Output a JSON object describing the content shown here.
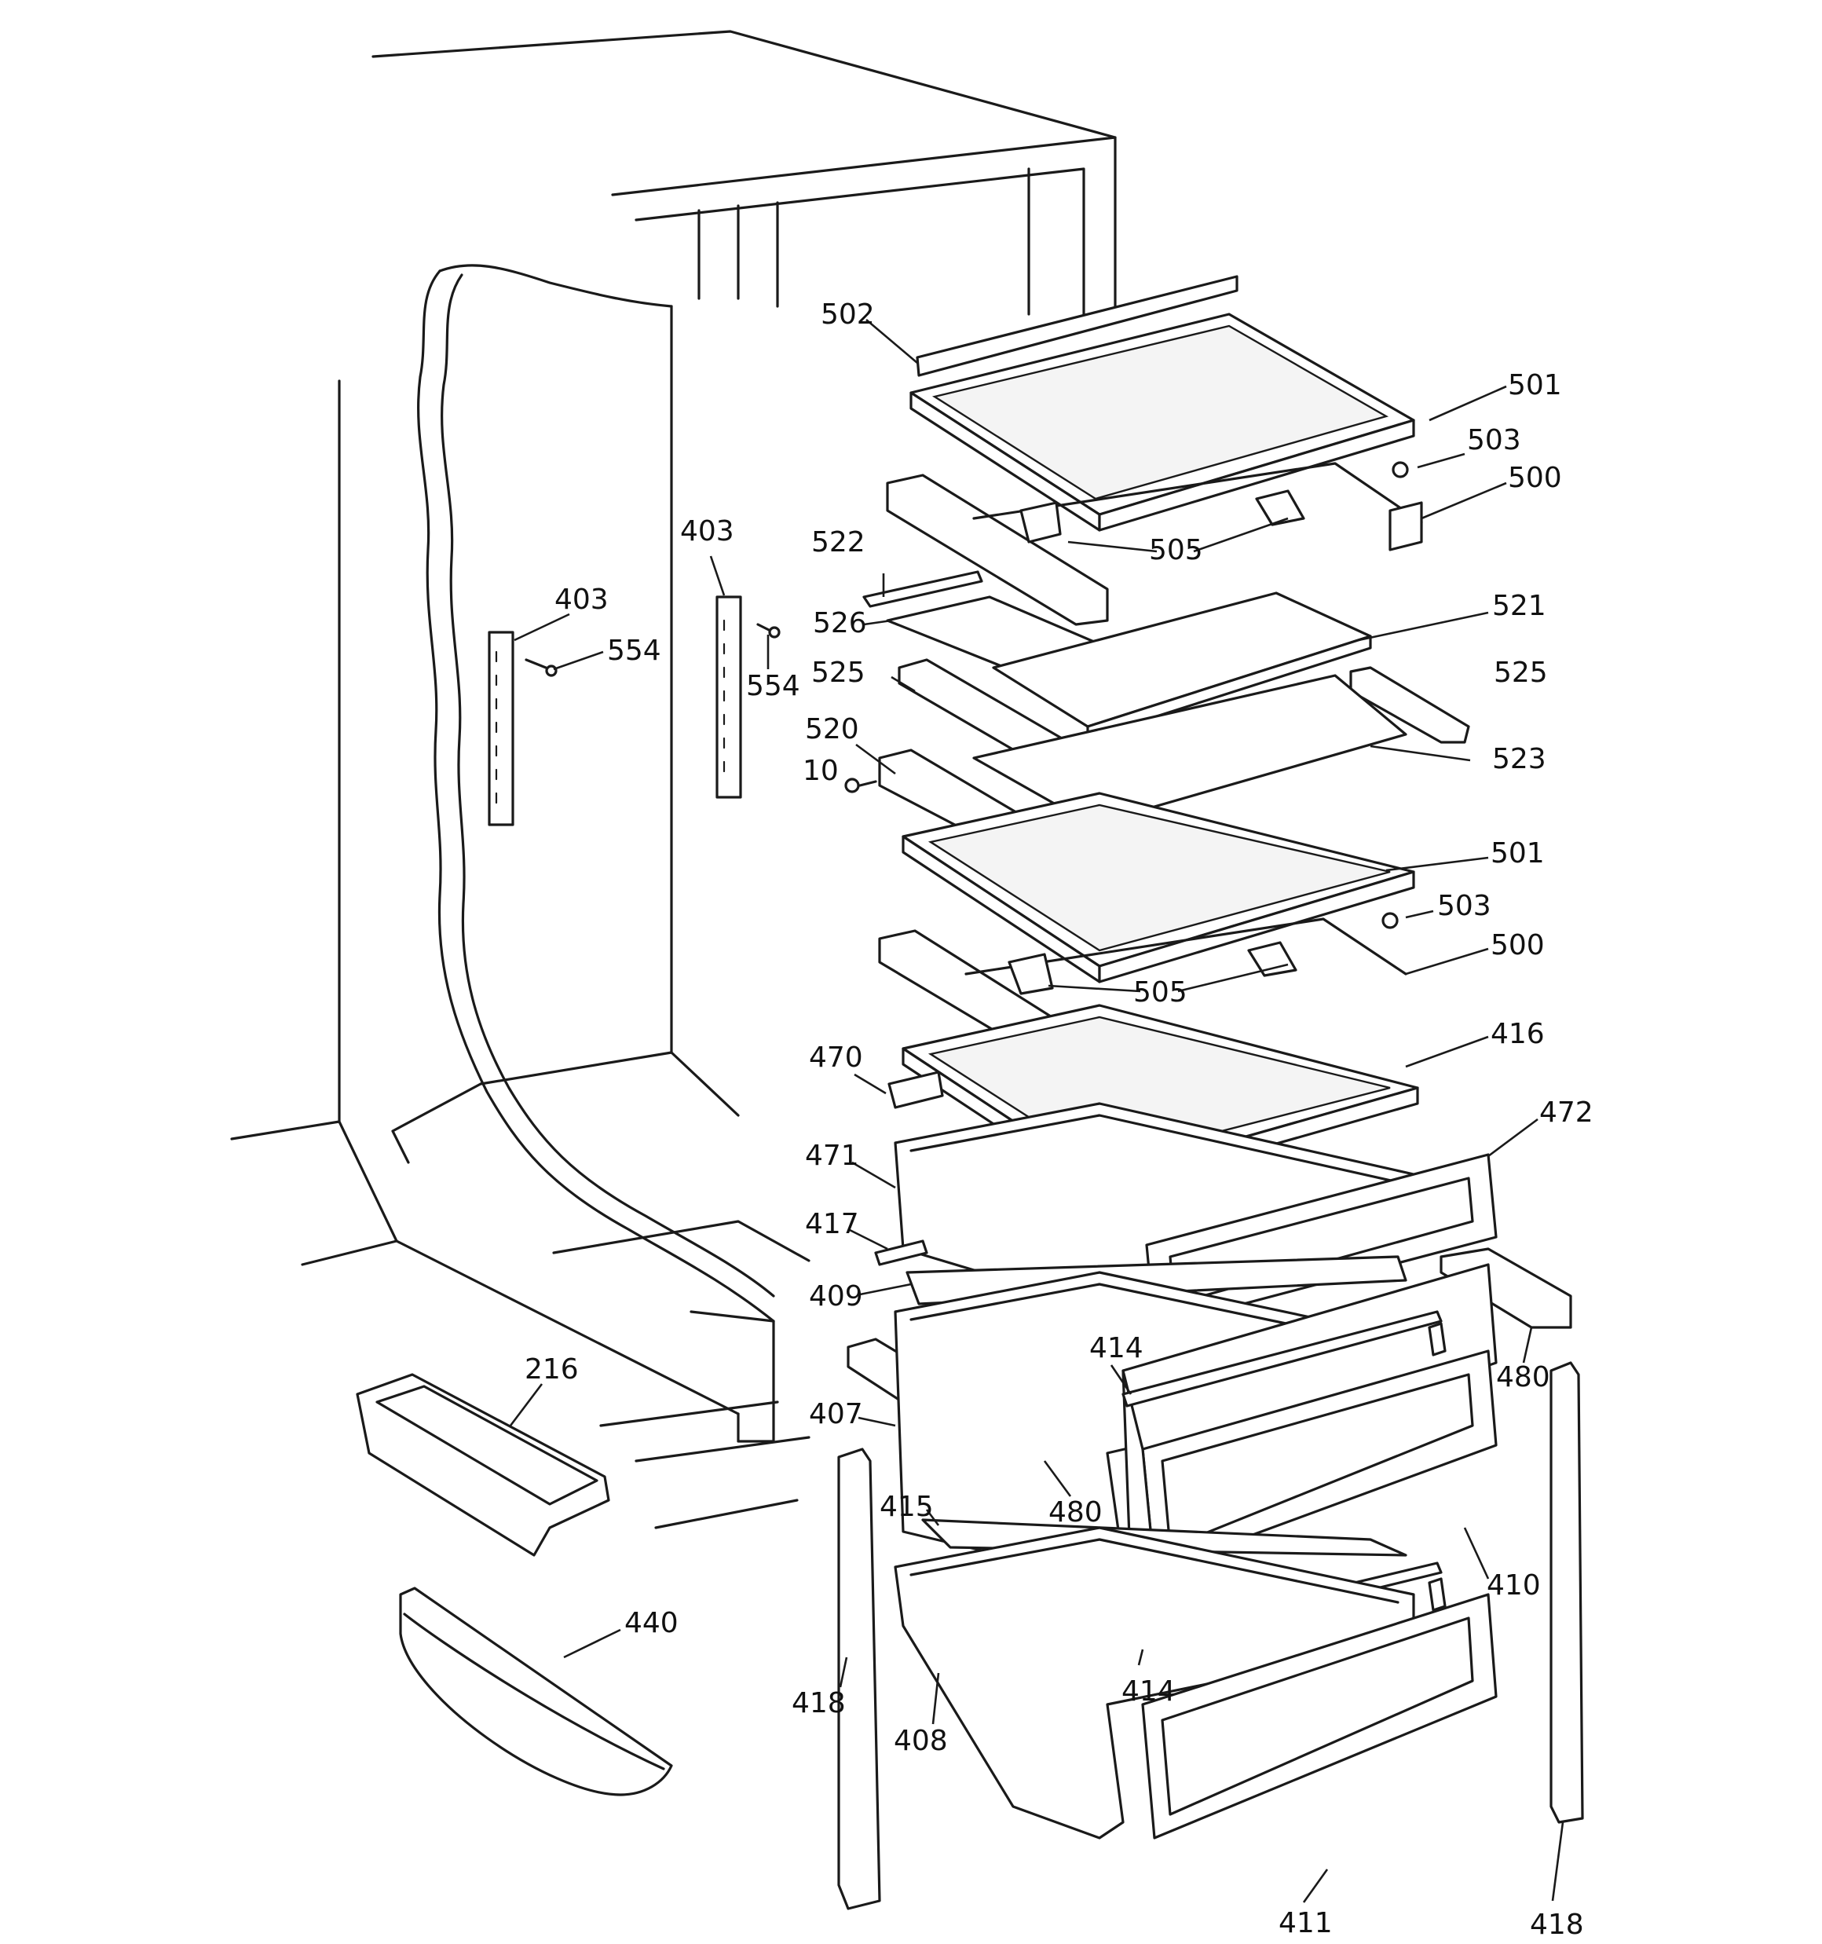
{
  "labels": [
    {
      "id": "502",
      "text": "502"
    },
    {
      "id": "501a",
      "text": "501"
    },
    {
      "id": "503a",
      "text": "503"
    },
    {
      "id": "500a",
      "text": "500"
    },
    {
      "id": "522",
      "text": "522"
    },
    {
      "id": "505a",
      "text": "505"
    },
    {
      "id": "403a",
      "text": "403"
    },
    {
      "id": "403b",
      "text": "403"
    },
    {
      "id": "554a",
      "text": "554"
    },
    {
      "id": "554b",
      "text": "554"
    },
    {
      "id": "526",
      "text": "526"
    },
    {
      "id": "521",
      "text": "521"
    },
    {
      "id": "525a",
      "text": "525"
    },
    {
      "id": "525b",
      "text": "525"
    },
    {
      "id": "520",
      "text": "520"
    },
    {
      "id": "523",
      "text": "523"
    },
    {
      "id": "10",
      "text": "10"
    },
    {
      "id": "501b",
      "text": "501"
    },
    {
      "id": "503b",
      "text": "503"
    },
    {
      "id": "500b",
      "text": "500"
    },
    {
      "id": "505b",
      "text": "505"
    },
    {
      "id": "470",
      "text": "470"
    },
    {
      "id": "416",
      "text": "416"
    },
    {
      "id": "472",
      "text": "472"
    },
    {
      "id": "471",
      "text": "471"
    },
    {
      "id": "417",
      "text": "417"
    },
    {
      "id": "409",
      "text": "409"
    },
    {
      "id": "414a",
      "text": "414"
    },
    {
      "id": "480a",
      "text": "480"
    },
    {
      "id": "216",
      "text": "216"
    },
    {
      "id": "407",
      "text": "407"
    },
    {
      "id": "480b",
      "text": "480"
    },
    {
      "id": "415",
      "text": "415"
    },
    {
      "id": "410",
      "text": "410"
    },
    {
      "id": "440",
      "text": "440"
    },
    {
      "id": "418a",
      "text": "418"
    },
    {
      "id": "414b",
      "text": "414"
    },
    {
      "id": "408",
      "text": "408"
    },
    {
      "id": "411",
      "text": "411"
    },
    {
      "id": "418b",
      "text": "418"
    }
  ]
}
